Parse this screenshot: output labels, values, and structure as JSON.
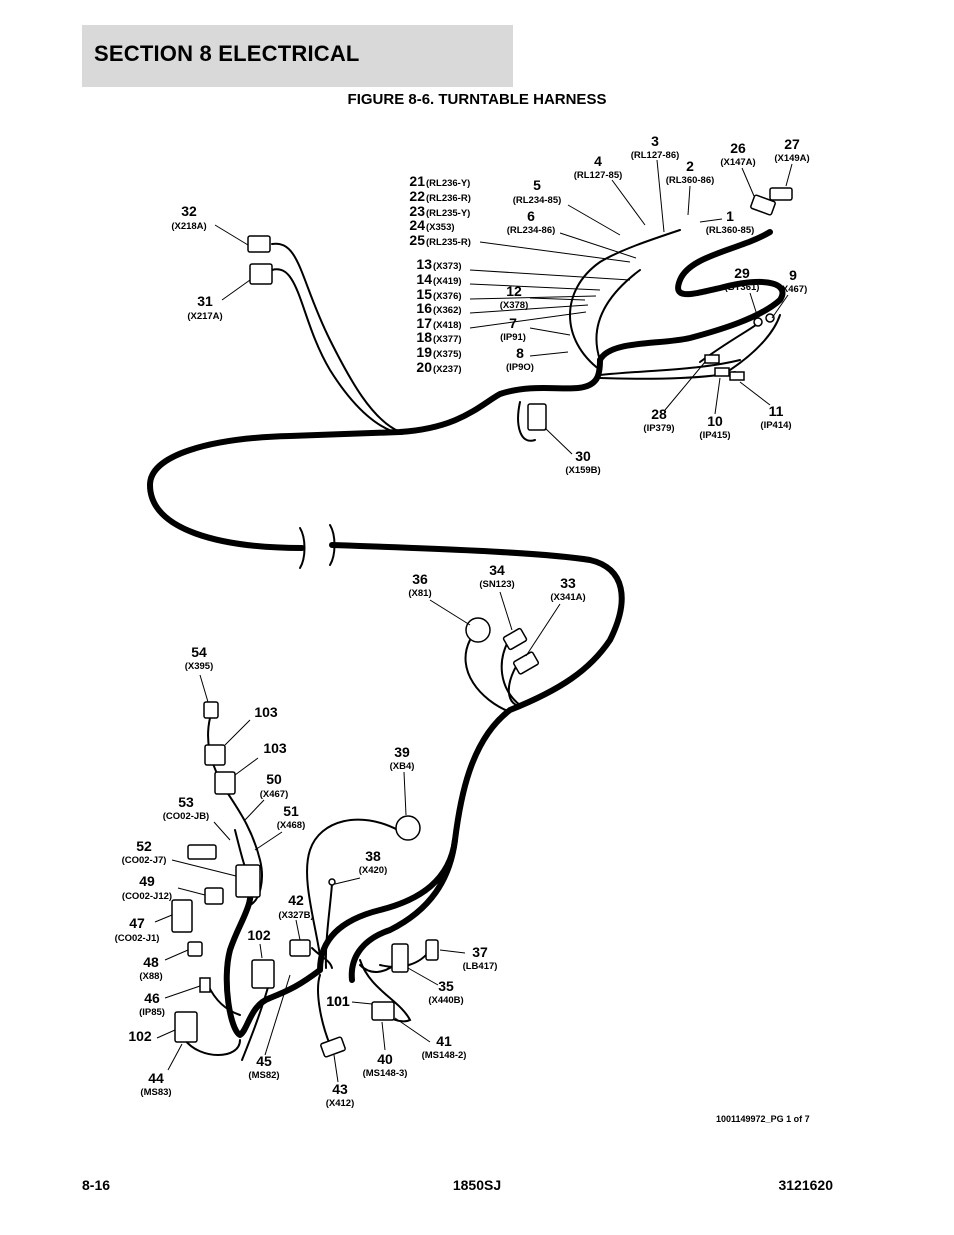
{
  "header": {
    "section": "SECTION 8   ELECTRICAL"
  },
  "figure": {
    "title": "FIGURE 8-6. TURNTABLE HARNESS"
  },
  "callouts": [
    {
      "num": "1",
      "code": "(RL360-85)"
    },
    {
      "num": "2",
      "code": "(RL360-86)"
    },
    {
      "num": "3",
      "code": "(RL127-86)"
    },
    {
      "num": "4",
      "code": "(RL127-85)"
    },
    {
      "num": "5",
      "code": "(RL234-85)"
    },
    {
      "num": "6",
      "code": "(RL234-86)"
    },
    {
      "num": "7",
      "code": "(IP91)"
    },
    {
      "num": "8",
      "code": "(IP9O)"
    },
    {
      "num": "9",
      "code": "(X467)"
    },
    {
      "num": "10",
      "code": "(IP415)"
    },
    {
      "num": "11",
      "code": "(IP414)"
    },
    {
      "num": "12",
      "code": "(X378)"
    },
    {
      "num": "13",
      "code": "(X373)"
    },
    {
      "num": "14",
      "code": "(X419)"
    },
    {
      "num": "15",
      "code": "(X376)"
    },
    {
      "num": "16",
      "code": "(X362)"
    },
    {
      "num": "17",
      "code": "(X418)"
    },
    {
      "num": "18",
      "code": "(X377)"
    },
    {
      "num": "19",
      "code": "(X375)"
    },
    {
      "num": "20",
      "code": "(X237)"
    },
    {
      "num": "21",
      "code": "(RL236-Y)"
    },
    {
      "num": "22",
      "code": "(RL236-R)"
    },
    {
      "num": "23",
      "code": "(RL235-Y)"
    },
    {
      "num": "24",
      "code": "(X353)"
    },
    {
      "num": "25",
      "code": "(RL235-R)"
    },
    {
      "num": "26",
      "code": "(X147A)"
    },
    {
      "num": "27",
      "code": "(X149A)"
    },
    {
      "num": "28",
      "code": "(IP379)"
    },
    {
      "num": "29",
      "code": "(BT361)"
    },
    {
      "num": "30",
      "code": "(X159B)"
    },
    {
      "num": "31",
      "code": "(X217A)"
    },
    {
      "num": "32",
      "code": "(X218A)"
    },
    {
      "num": "33",
      "code": "(X341A)"
    },
    {
      "num": "34",
      "code": "(SN123)"
    },
    {
      "num": "35",
      "code": "(X440B)"
    },
    {
      "num": "36",
      "code": "(X81)"
    },
    {
      "num": "37",
      "code": "(LB417)"
    },
    {
      "num": "38",
      "code": "(X420)"
    },
    {
      "num": "39",
      "code": "(XB4)"
    },
    {
      "num": "40",
      "code": "(MS148-3)"
    },
    {
      "num": "41",
      "code": "(MS148-2)"
    },
    {
      "num": "42",
      "code": "(X327B)"
    },
    {
      "num": "43",
      "code": "(X412)"
    },
    {
      "num": "44",
      "code": "(MS83)"
    },
    {
      "num": "45",
      "code": "(MS82)"
    },
    {
      "num": "46",
      "code": "(IP85)"
    },
    {
      "num": "47",
      "code": "(CO02-J1)"
    },
    {
      "num": "48",
      "code": "(X88)"
    },
    {
      "num": "49",
      "code": "(CO02-J12)"
    },
    {
      "num": "50",
      "code": "(X467)"
    },
    {
      "num": "51",
      "code": "(X468)"
    },
    {
      "num": "52",
      "code": "(CO02-J7)"
    },
    {
      "num": "53",
      "code": "(CO02-JB)"
    },
    {
      "num": "54",
      "code": "(X395)"
    },
    {
      "num": "101",
      "code": ""
    },
    {
      "num": "101",
      "code": ""
    },
    {
      "num": "102",
      "code": ""
    },
    {
      "num": "102",
      "code": ""
    },
    {
      "num": "103",
      "code": ""
    },
    {
      "num": "103",
      "code": ""
    }
  ],
  "reference": "1001149972_PG 1 of 7",
  "footer": {
    "page": "8-16",
    "model": "1850SJ",
    "doc": "3121620"
  }
}
